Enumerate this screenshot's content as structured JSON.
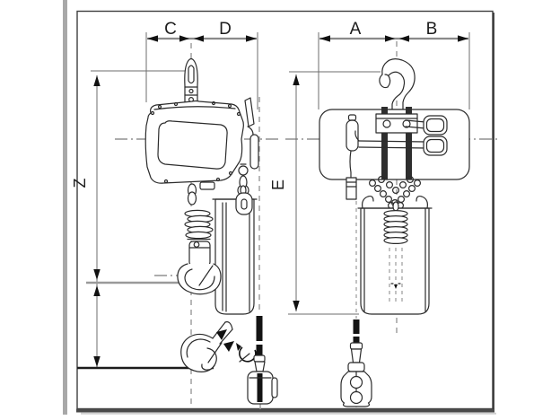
{
  "labels": {
    "front_width_left": "C",
    "front_width_right": "D",
    "front_height": "Z",
    "side_width_left": "A",
    "side_width_right": "B",
    "side_height": "E"
  },
  "colors": {
    "background": "#ffffff",
    "frame": "#3f3f3f",
    "page_edge_bar": "#a8a8a8",
    "part_line": "#2b2b2b",
    "dimension_line": "#8a8a8a",
    "centerline": "#9a9a9a",
    "label_text": "#1c1c1c",
    "arrowhead": "#111111"
  },
  "icons": {
    "swivel_arrow": "circular-rotation-arrow",
    "direction_arrow": "solid-triangle-arrowhead",
    "top_hook": "crane-hook",
    "bottom_hook": "load-hook"
  }
}
